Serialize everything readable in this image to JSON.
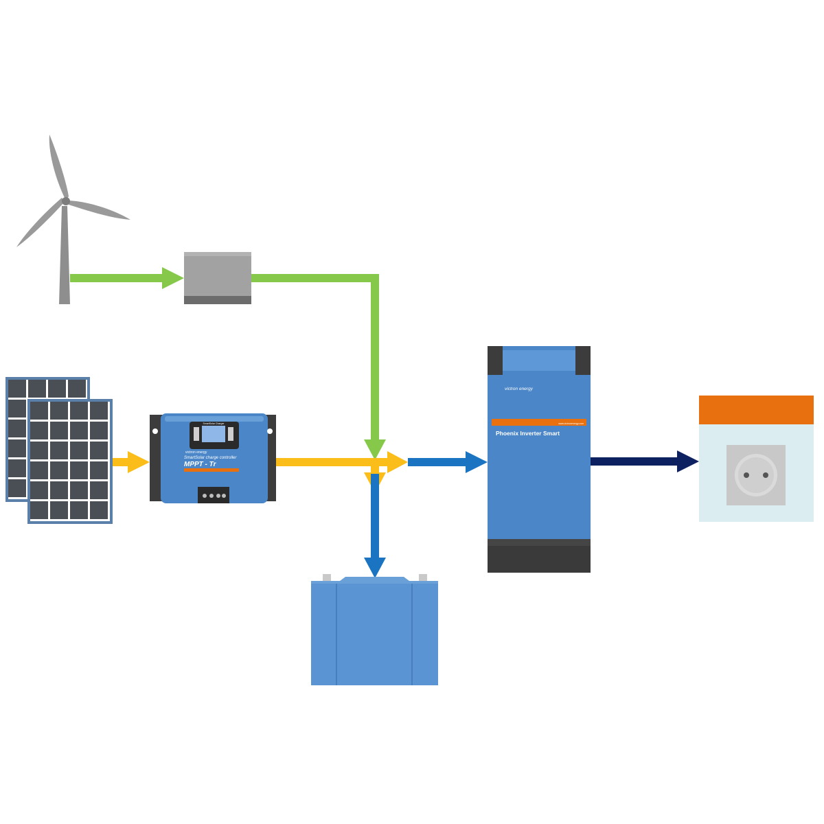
{
  "controller": {
    "brand": "victron energy",
    "subtitle": "SmartSolar charge controller",
    "model": "MPPT - Tr",
    "display_label": "SmartSolar Charger"
  },
  "inverter": {
    "brand": "victron energy",
    "model": "Phoenix Inverter Smart",
    "website": "www.victronenergy.com"
  },
  "colors": {
    "wind_flow": "#86c94a",
    "solar_flow": "#fbbd1a",
    "dc_flow": "#1a74c2",
    "ac_flow": "#0d2160",
    "victron_blue": "#4a86c8",
    "orange": "#e8700f",
    "panel_cell": "#4a4f55",
    "turbine_gray": "#8e8e8e"
  },
  "icons": [
    "wind-turbine-icon",
    "solar-panel-icon",
    "battery-icon",
    "wall-socket-icon"
  ]
}
